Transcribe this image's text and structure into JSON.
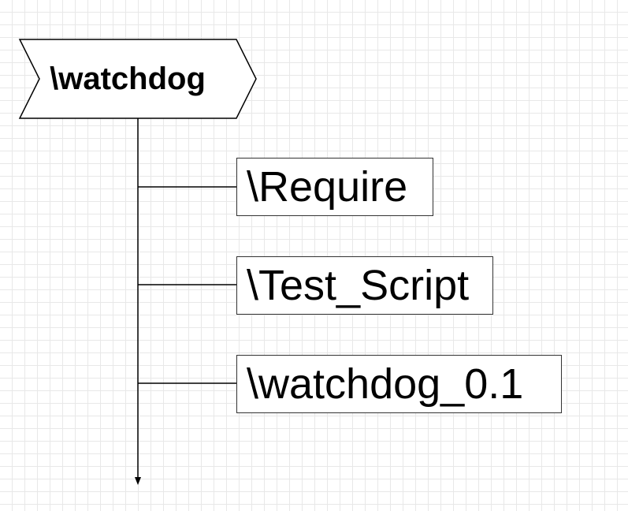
{
  "diagram": {
    "root": {
      "label": "\\watchdog"
    },
    "children": [
      {
        "label": "\\Require"
      },
      {
        "label": "\\Test_Script"
      },
      {
        "label": "\\watchdog_0.1"
      }
    ]
  },
  "colors": {
    "grid_minor": "#e8e8e8",
    "grid_major": "#d0d0d0",
    "stroke": "#000000",
    "node_border": "#333333",
    "background": "#ffffff"
  }
}
